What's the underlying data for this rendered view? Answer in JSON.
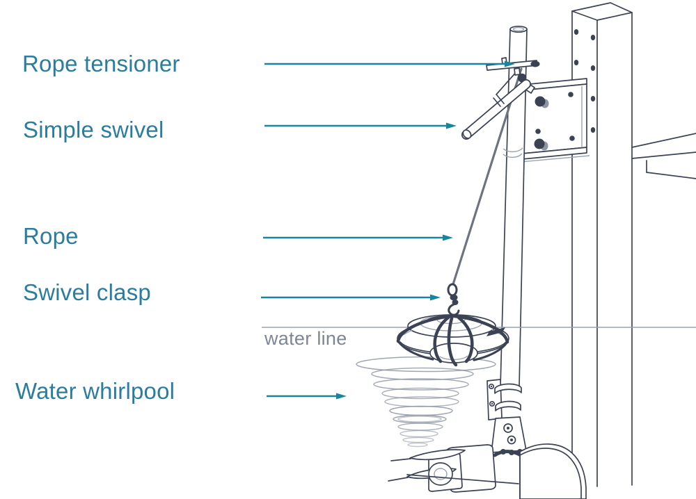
{
  "labels": {
    "rope_tensioner": "Rope tensioner",
    "simple_swivel": "Simple swivel",
    "rope": "Rope",
    "swivel_clasp": "Swivel clasp",
    "water_whirlpool": "Water whirlpool",
    "water_line": "water line"
  },
  "colors": {
    "ink": "#3b4254",
    "lite": "#9aa3b0",
    "swirl": "#8d95a2",
    "rope": "#6d7480",
    "arrow": "#17869c",
    "label": "#2a7d9e",
    "water_text": "#7d8695",
    "wline": "#9aa2ae"
  }
}
